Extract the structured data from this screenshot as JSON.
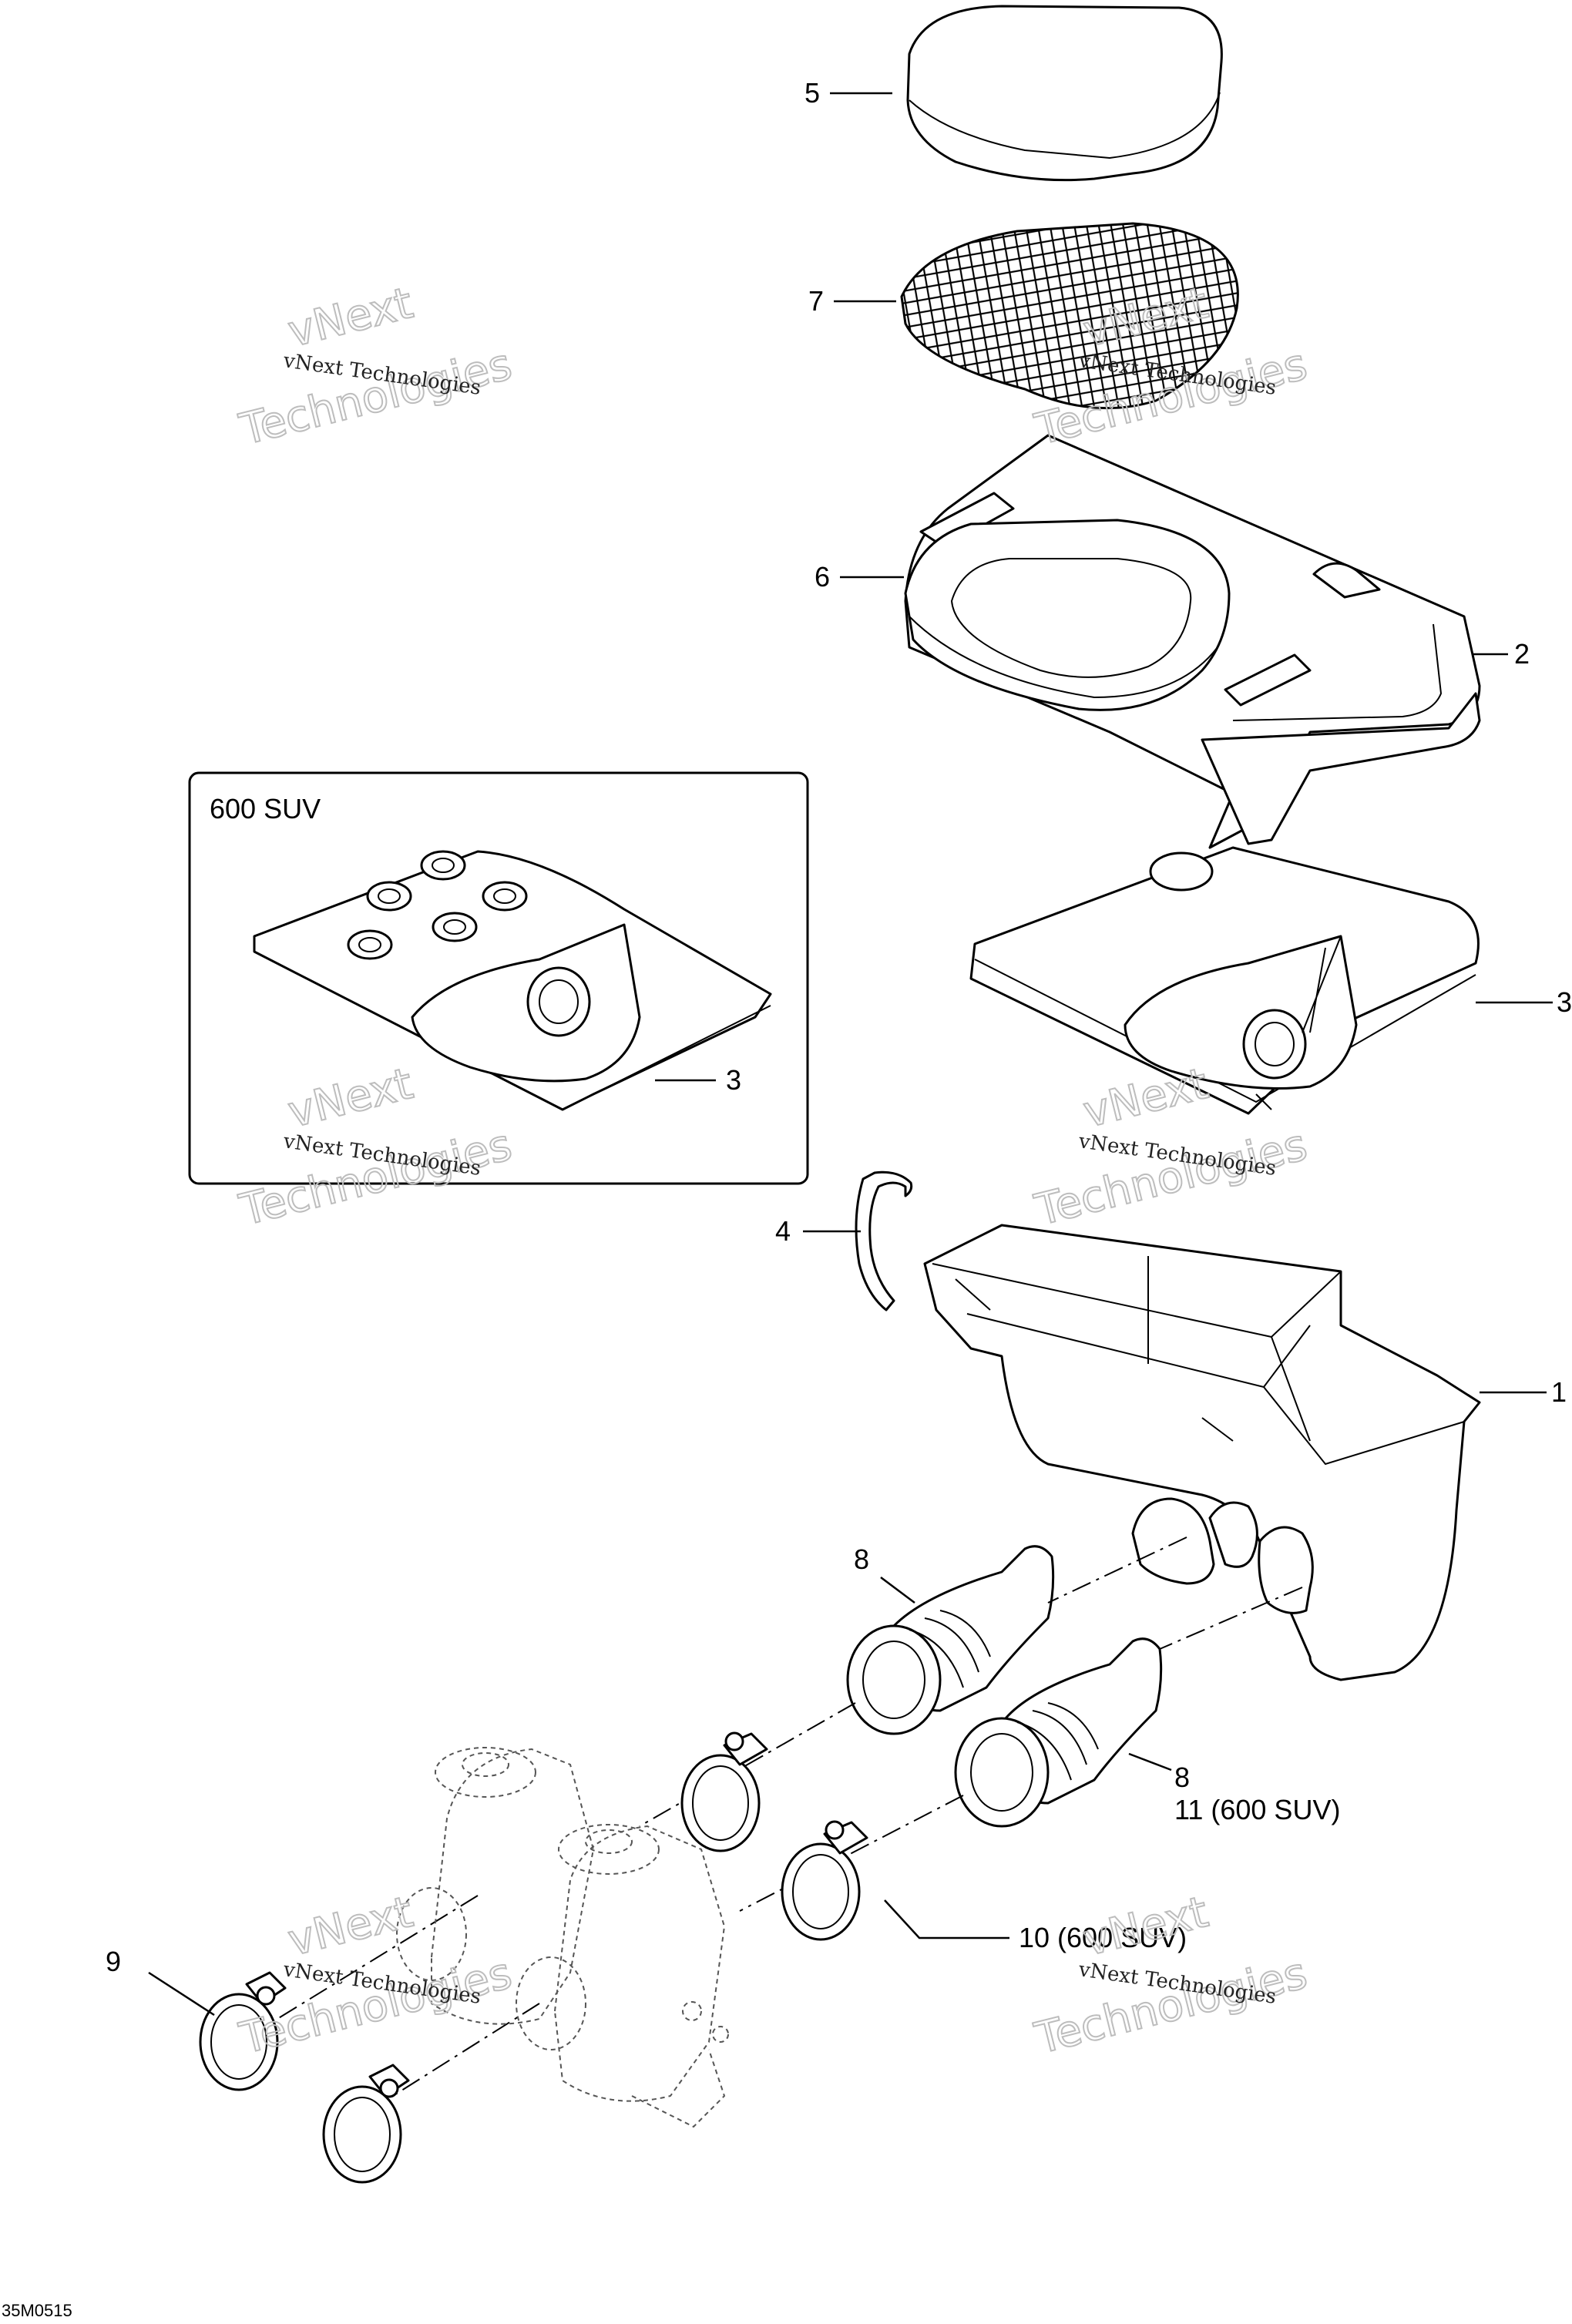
{
  "callouts": {
    "c5": "5",
    "c7": "7",
    "c6": "6",
    "c2": "2",
    "c3_box": "3",
    "c3_main": "3",
    "c4": "4",
    "c1": "1",
    "c8_top": "8",
    "c8_bottom": "8",
    "c11": "11 (600 SUV)",
    "c10": "10 (600 SUV)",
    "c9": "9"
  },
  "inset_title": "600 SUV",
  "watermark": {
    "line1": "vNext Technologies",
    "line2a": "vNext",
    "line2b": "Technologies"
  },
  "drawing_code": "35M0515"
}
